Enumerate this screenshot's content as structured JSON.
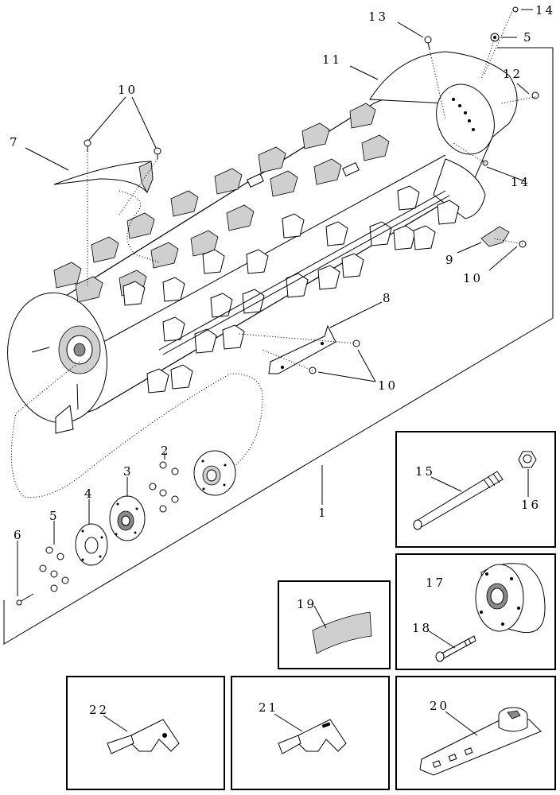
{
  "callouts": {
    "c1": "1",
    "c2": "2",
    "c3": "3",
    "c4": "4",
    "c5a": "5",
    "c5b": "5",
    "c6": "6",
    "c7": "7",
    "c8": "8",
    "c9": "9",
    "c10a": "10",
    "c10b": "10",
    "c10c": "10",
    "c11": "11",
    "c12": "12",
    "c13": "13",
    "c14a": "14",
    "c14b": "14",
    "c15": "15",
    "c16": "16",
    "c17": "17",
    "c18": "18",
    "c19": "19",
    "c20": "20",
    "c21": "21",
    "c22": "22"
  }
}
